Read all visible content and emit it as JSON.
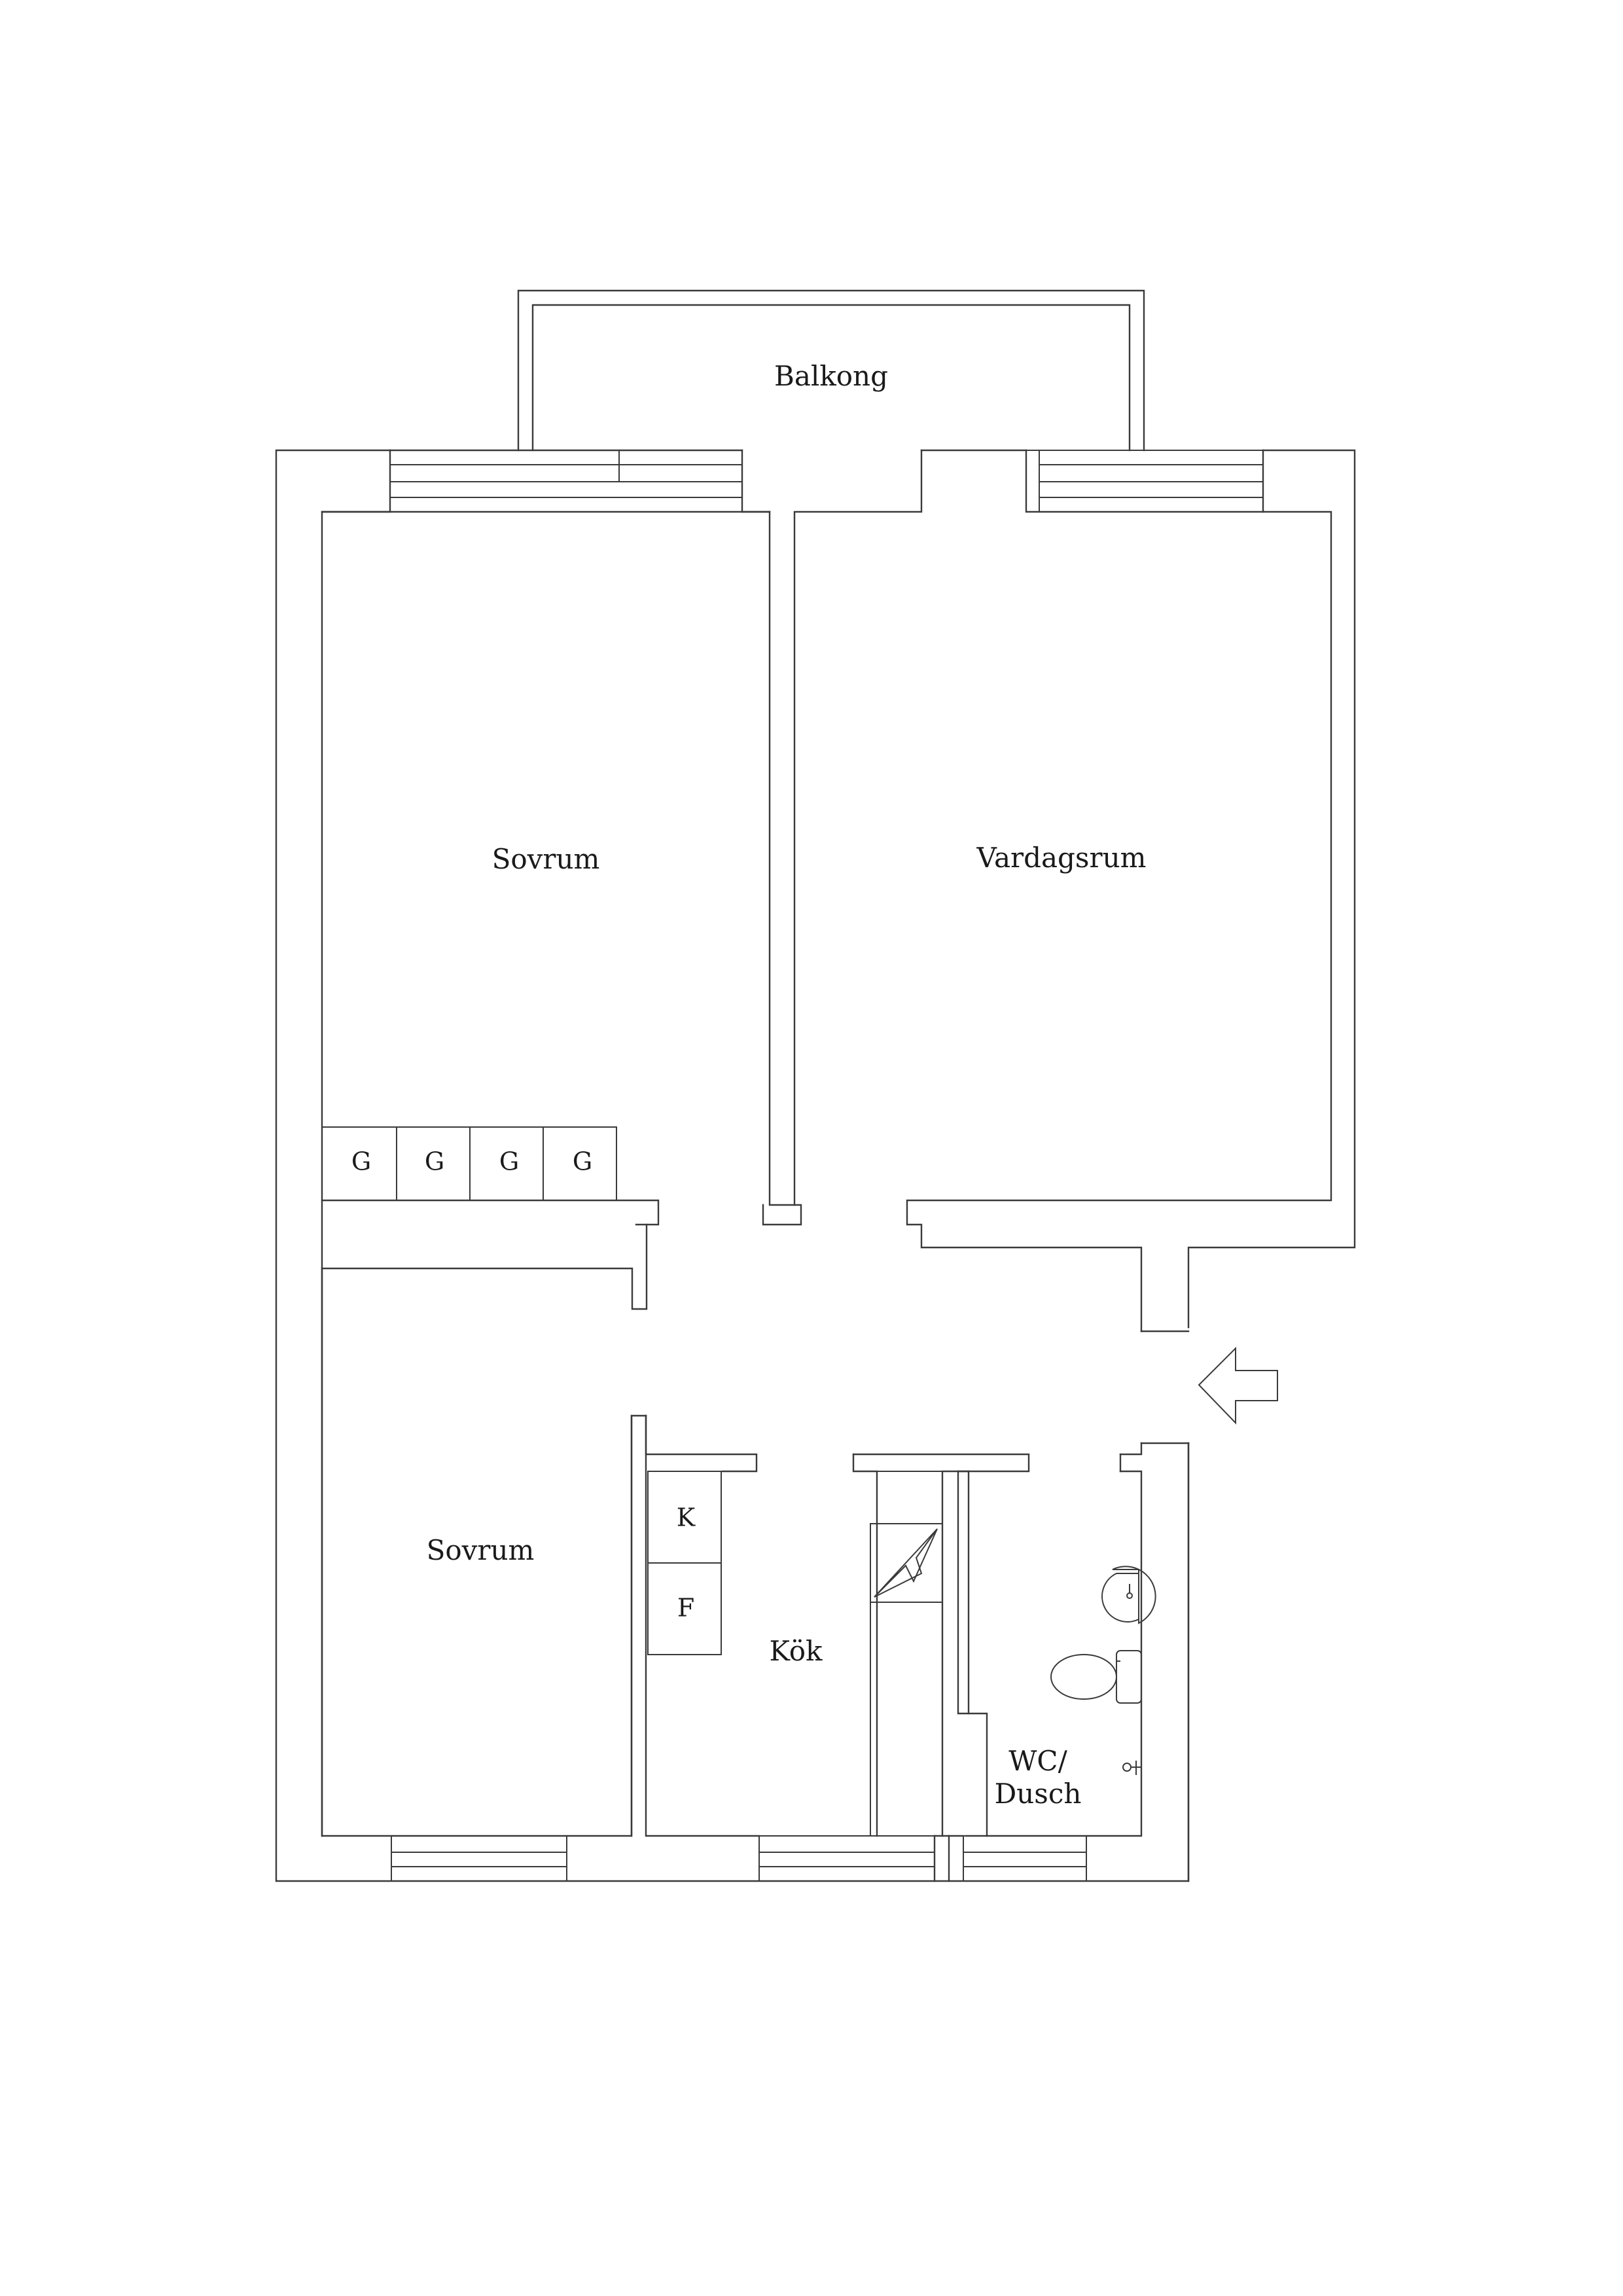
{
  "rooms": {
    "balcony": "Balkong",
    "bedroom_top": "Sovrum",
    "living_room": "Vardagsrum",
    "bedroom_bottom": "Sovrum",
    "kitchen": "Kök",
    "bathroom_line1": "WC/",
    "bathroom_line2": "Dusch"
  },
  "wardrobes": [
    "G",
    "G",
    "G",
    "G"
  ],
  "appliances": {
    "fridge": "K",
    "freezer": "F"
  },
  "icons": [
    "entrance-arrow-icon",
    "stove-icon",
    "sink-icon",
    "toilet-icon",
    "shower-icon"
  ],
  "colors": {
    "line": "#3a3a3a",
    "text": "#1a1a1a",
    "background": "#ffffff"
  }
}
